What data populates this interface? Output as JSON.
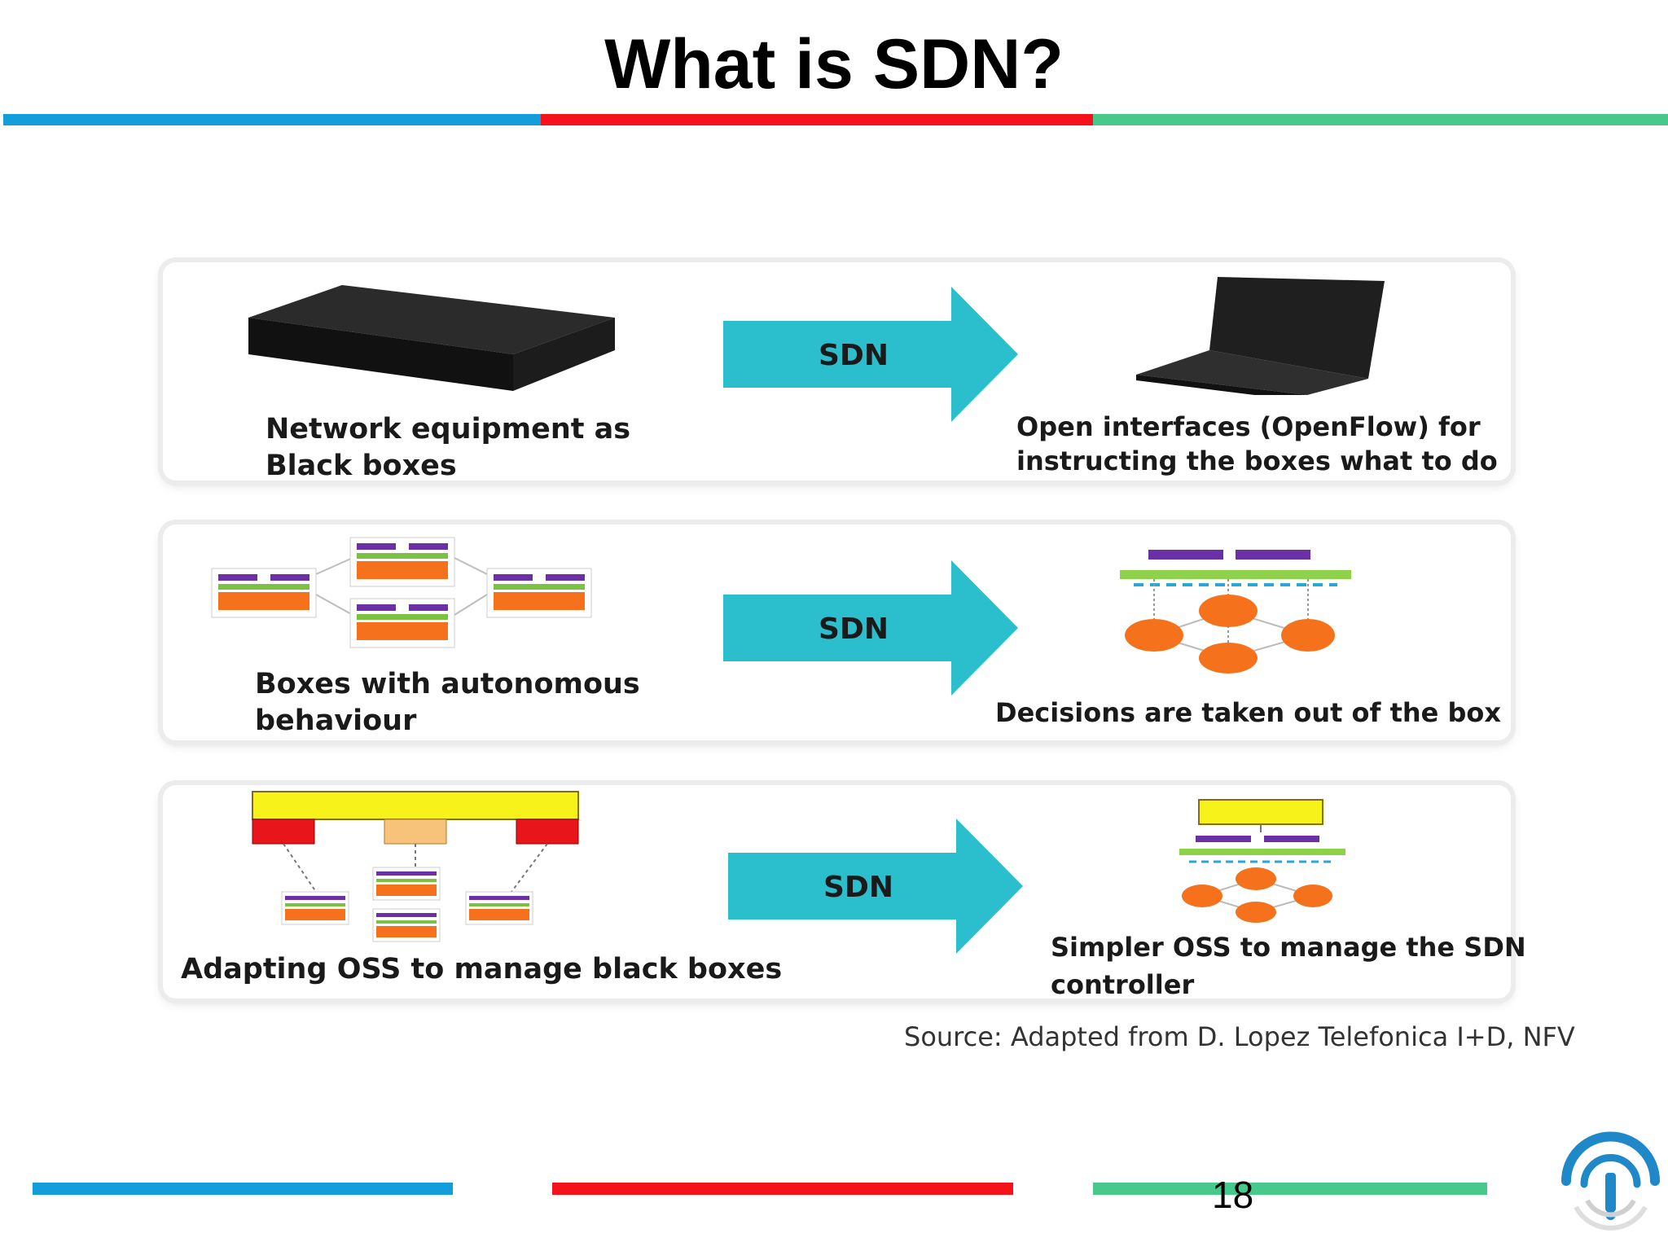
{
  "slide": {
    "title": "What is SDN?",
    "page_number": "18",
    "source": "Source: Adapted from D. Lopez Telefonica I+D, NFV"
  },
  "colors": {
    "blue": "#139ddb",
    "red": "#f5121b",
    "green": "#47c98c",
    "arrow": "#2bbfce",
    "orange": "#f5711b",
    "purple": "#6b2fa6",
    "yellow": "#f8f21b"
  },
  "rows": [
    {
      "left_caption": [
        "Network equipment as",
        "Black boxes"
      ],
      "arrow_label": "SDN",
      "right_caption": [
        "Open interfaces (OpenFlow) for",
        "instructing the boxes what to do"
      ]
    },
    {
      "left_caption": [
        "Boxes with autonomous",
        "behaviour"
      ],
      "arrow_label": "SDN",
      "right_caption": [
        "Decisions are taken out of the box"
      ]
    },
    {
      "left_caption": [
        "Adapting OSS to manage black boxes"
      ],
      "arrow_label": "SDN",
      "right_caption": [
        "Simpler OSS to manage the SDN",
        "controller"
      ]
    }
  ],
  "icons": {
    "black_box": "black-box-icon",
    "open_box": "open-box-icon",
    "autonomous_boxes": "autonomous-boxes-icon",
    "controller_diagram": "sdn-controller-icon",
    "oss_diagram": "oss-diagram-icon",
    "logo": "logo-icon"
  }
}
